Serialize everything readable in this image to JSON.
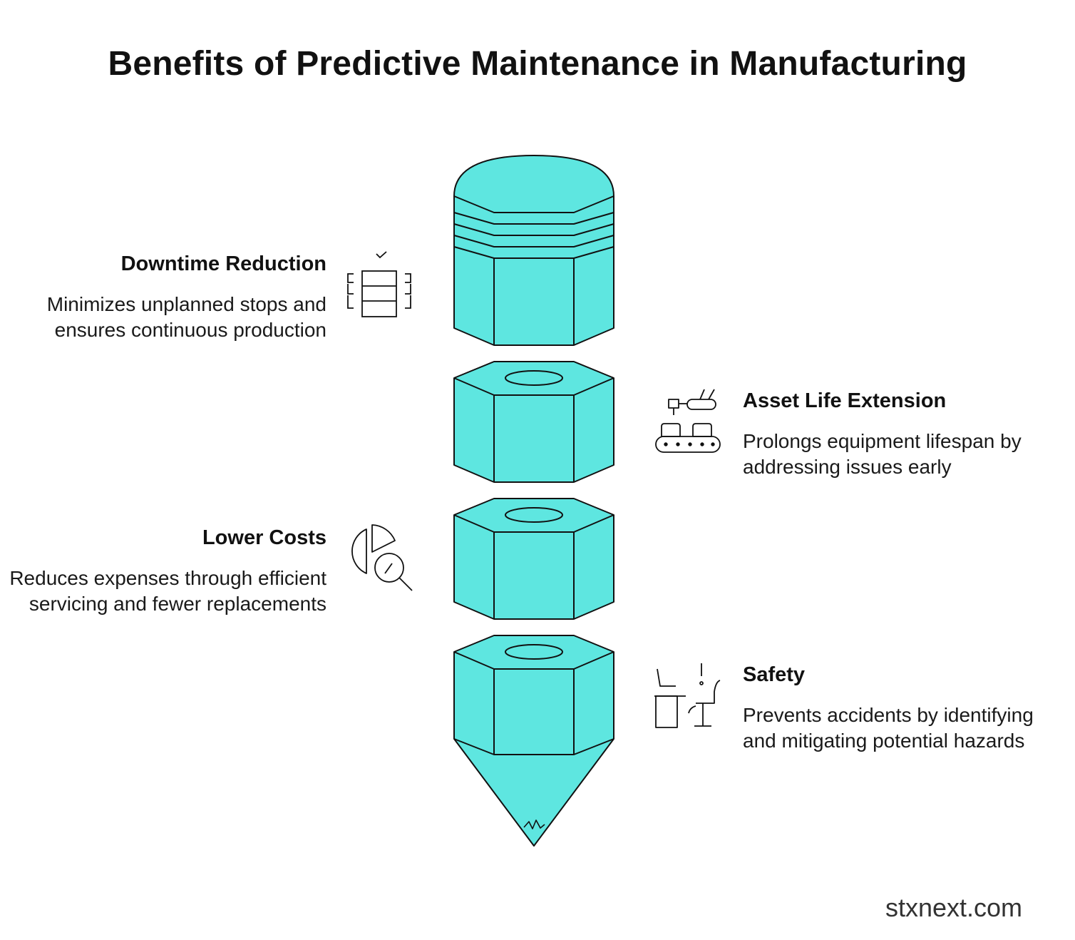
{
  "title": "Benefits of Predictive Maintenance in Manufacturing",
  "accent_color": "#5ee6e0",
  "benefits": [
    {
      "heading": "Downtime Reduction",
      "description": "Minimizes unplanned stops and ensures continuous production",
      "icon": "checklist-icon"
    },
    {
      "heading": "Asset Life Extension",
      "description": "Prolongs equipment lifespan by addressing issues early",
      "icon": "conveyor-robot-icon"
    },
    {
      "heading": "Lower Costs",
      "description": "Reduces expenses through efficient servicing and fewer replacements",
      "icon": "pie-chart-magnifier-icon"
    },
    {
      "heading": "Safety",
      "description": "Prevents accidents by identifying and mitigating potential hazards",
      "icon": "workstation-hazard-icon"
    }
  ],
  "footer": "stxnext.com"
}
